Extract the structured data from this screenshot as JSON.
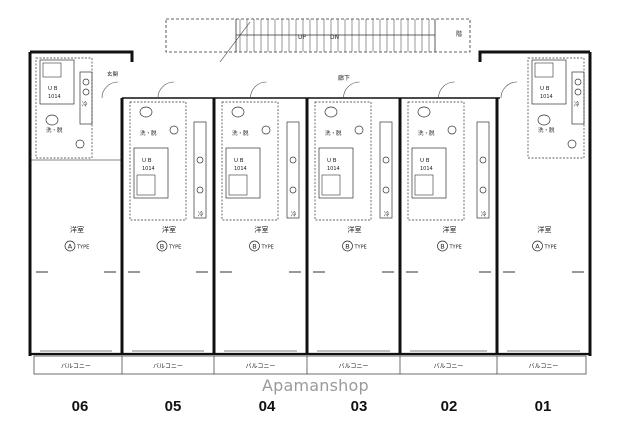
{
  "corridor": {
    "label": "廊下",
    "stair_up": "UP",
    "stair_down": "DN",
    "stair_side": "階"
  },
  "entrance_label": "玄関",
  "units": [
    {
      "id": "06",
      "room": "洋室",
      "type_letter": "A",
      "type_word": "TYPE",
      "washroom": "洗・脱",
      "ub_label": "U B",
      "ub_size": "1014",
      "fridge": "冷",
      "balcony": "バルコニー"
    },
    {
      "id": "05",
      "room": "洋室",
      "type_letter": "B",
      "type_word": "TYPE",
      "washroom": "洗・脱",
      "ub_label": "U B",
      "ub_size": "1014",
      "fridge": "冷",
      "balcony": "バルコニー"
    },
    {
      "id": "04",
      "room": "洋室",
      "type_letter": "B",
      "type_word": "TYPE",
      "washroom": "洗・脱",
      "ub_label": "U B",
      "ub_size": "1014",
      "fridge": "冷",
      "balcony": "バルコニー"
    },
    {
      "id": "03",
      "room": "洋室",
      "type_letter": "B",
      "type_word": "TYPE",
      "washroom": "洗・脱",
      "ub_label": "U B",
      "ub_size": "1014",
      "fridge": "冷",
      "balcony": "バルコニー"
    },
    {
      "id": "02",
      "room": "洋室",
      "type_letter": "B",
      "type_word": "TYPE",
      "washroom": "洗・脱",
      "ub_label": "U B",
      "ub_size": "1014",
      "fridge": "冷",
      "balcony": "バルコニー"
    },
    {
      "id": "01",
      "room": "洋室",
      "type_letter": "A",
      "type_word": "TYPE",
      "washroom": "洗・脱",
      "ub_label": "U B",
      "ub_size": "1014",
      "fridge": "冷",
      "balcony": "バルコニー"
    }
  ],
  "watermark": "Apamanshop"
}
